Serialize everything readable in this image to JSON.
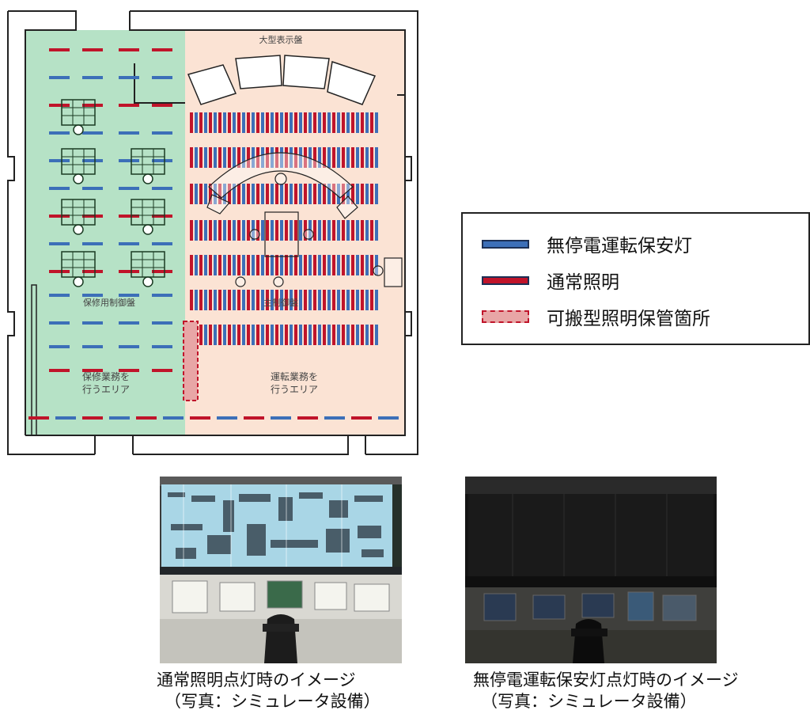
{
  "floorplan": {
    "large_display_label": "大型表示盤",
    "maintenance_room_label": "保修用制御盤",
    "operation_room_label": "主制御盤",
    "maintenance_area_label_1": "保修業務を",
    "maintenance_area_label_2": "行うエリア",
    "operation_area_label_1": "運転業務を",
    "operation_area_label_2": "行うエリア"
  },
  "legend": {
    "items": [
      {
        "label": "無停電運転保安灯",
        "color": "#3c6fb8"
      },
      {
        "label": "通常照明",
        "color": "#c0142a"
      },
      {
        "label": "可搬型照明保管箇所",
        "color": "#e8a6a6"
      }
    ]
  },
  "photos": [
    {
      "caption_line1": "通常照明点灯時のイメージ",
      "caption_line2": "（写真：シミュレータ設備）"
    },
    {
      "caption_line1": "無停電運転保安灯点灯時のイメージ",
      "caption_line2": "（写真：シミュレータ設備）"
    }
  ],
  "colors": {
    "maintenance_area": "#b6e2c6",
    "operation_area": "#fbe3d4",
    "emergency_light": "#3c6fb8",
    "normal_light": "#c0142a",
    "wall": "#222222"
  }
}
